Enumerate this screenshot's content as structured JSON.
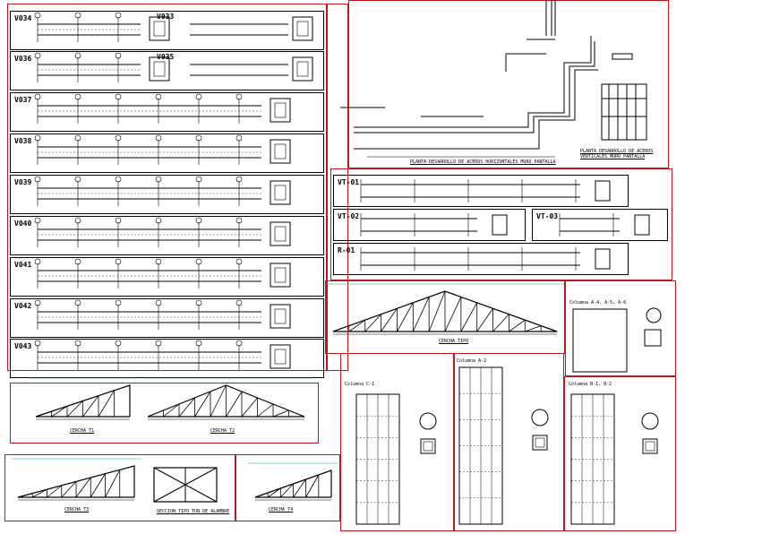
{
  "beams": [
    {
      "tag": "V034"
    },
    {
      "tag": "V036"
    },
    {
      "tag": "V037"
    },
    {
      "tag": "V038"
    },
    {
      "tag": "V039"
    },
    {
      "tag": "V040"
    },
    {
      "tag": "V041"
    },
    {
      "tag": "V042"
    },
    {
      "tag": "V043"
    }
  ],
  "beams_right": [
    {
      "tag": "V033"
    },
    {
      "tag": "V035"
    }
  ],
  "wall_panel": {
    "title": "PLANTA DESARROLLO DE ACEROS HORIZONTALES MURO PANTALLA",
    "right_title": "PLANTA DESARROLLO DE ACEROS VERTICALES MURO PANTALLA"
  },
  "mid_beams": [
    {
      "tag": "VT-01"
    },
    {
      "tag": "VT-02"
    },
    {
      "tag": "VT-03"
    },
    {
      "tag": "R-01"
    }
  ],
  "trusses": [
    {
      "label": "CERCHA TIPO"
    },
    {
      "label": "CERCHA T1"
    },
    {
      "label": "CERCHA T2"
    },
    {
      "label": "CERCHA T3"
    },
    {
      "label": "SECCION TIPO TUB DE ALAMBRE"
    },
    {
      "label": "CERCHA T4"
    }
  ],
  "columns": [
    {
      "title": "Columna A-4, A-5, A-6"
    },
    {
      "title": "Columna C-1"
    },
    {
      "title": "Columna A-2"
    },
    {
      "title": "Columna B-1, B-2"
    }
  ],
  "colors": {
    "border": "#c0161e",
    "line": "#000000",
    "accent": "#00a0a0"
  }
}
